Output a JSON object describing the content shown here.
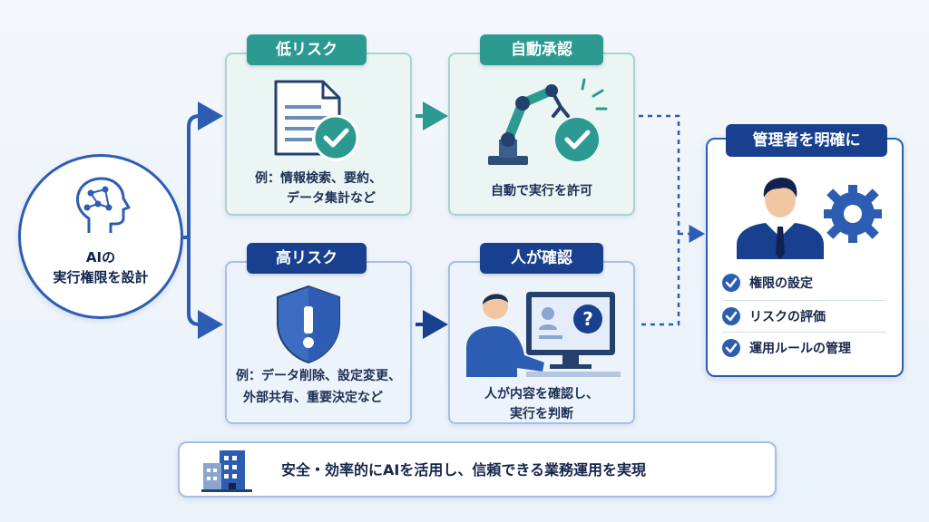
{
  "ai": {
    "line1": "AIの",
    "line2": "実行権限を設計"
  },
  "low_risk": {
    "tag": "低リスク",
    "line1": "例：情報検索、要約、",
    "line2": "データ集計など"
  },
  "auto_approve": {
    "tag": "自動承認",
    "line1": "自動で実行を許可"
  },
  "high_risk": {
    "tag": "高リスク",
    "line1": "例：データ削除、設定変更、",
    "line2": "外部共有、重要決定など"
  },
  "human_check": {
    "tag": "人が確認",
    "line1": "人が内容を確認し、",
    "line2": "実行を判断"
  },
  "admin": {
    "tag": "管理者を明確に",
    "items": [
      "権限の設定",
      "リスクの評価",
      "運用ルールの管理"
    ]
  },
  "banner": {
    "text": "安全・効率的にAIを活用し、信頼できる業務運用を実現"
  },
  "colors": {
    "navy": "#18408f",
    "teal": "#2c9a91",
    "blue": "#2d5db3"
  },
  "icons": [
    "ai-head-icon",
    "document-check-icon",
    "robot-arm-icon",
    "shield-alert-icon",
    "person-computer-icon",
    "manager-icon",
    "gear-icon",
    "building-icon",
    "check-circle-icon"
  ]
}
